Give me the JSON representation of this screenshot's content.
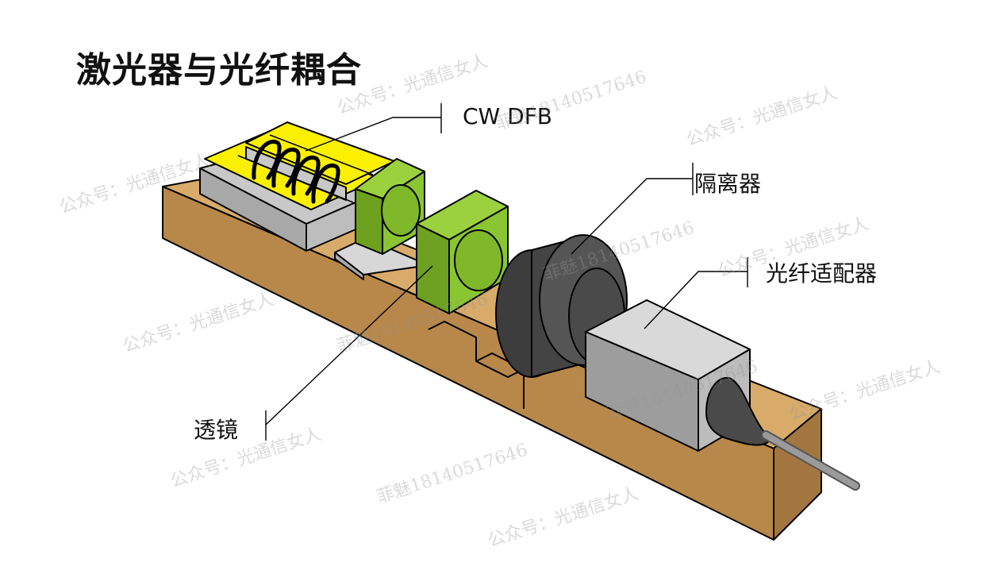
{
  "title": "激光器与光纤耦合",
  "labels": {
    "laser": "CW DFB",
    "isolator": "隔离器",
    "fiber_adapter": "光纤适配器",
    "lens": "透镜"
  },
  "watermarks": {
    "account": "公众号：光通信女人",
    "contact": "菲魅18140517646"
  },
  "colors": {
    "base_top": "#d8ab6a",
    "base_side": "#b8874a",
    "laser_gold": "#fbf000",
    "laser_gray": "#c8c8c8",
    "lens_green": "#8ac532",
    "lens_dark": "#6da11f",
    "isolator": "#555555",
    "adapter": "#c4c4c4",
    "fiber_tip": "#4a4a4a",
    "fiber": "#9a9a9a"
  }
}
